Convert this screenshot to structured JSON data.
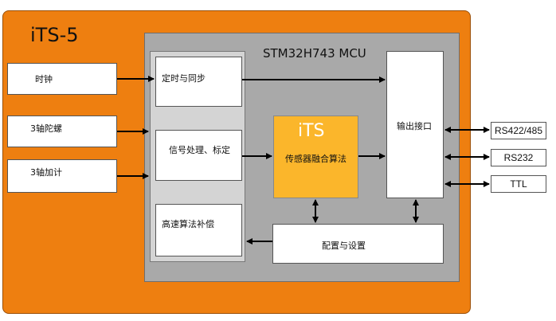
{
  "diagram": {
    "title": "iTS-5",
    "mcu_title": "STM32H743 MCU",
    "inputs": [
      "时钟",
      "3轴陀螺",
      "3轴加计"
    ],
    "processing": [
      "定时与同步",
      "信号处理、标定",
      "高速算法补偿"
    ],
    "core": {
      "title": "iTS",
      "subtitle": "传感器融合算法"
    },
    "output_block": "输出接口",
    "config_block": "配置与设置",
    "outputs": [
      "RS422/485",
      "RS232",
      "TTL"
    ],
    "colors": {
      "outer": "#EE7F10",
      "mcu": "#A9A9A9",
      "column": "#D4D4D4",
      "core": "#FBB62B"
    }
  }
}
